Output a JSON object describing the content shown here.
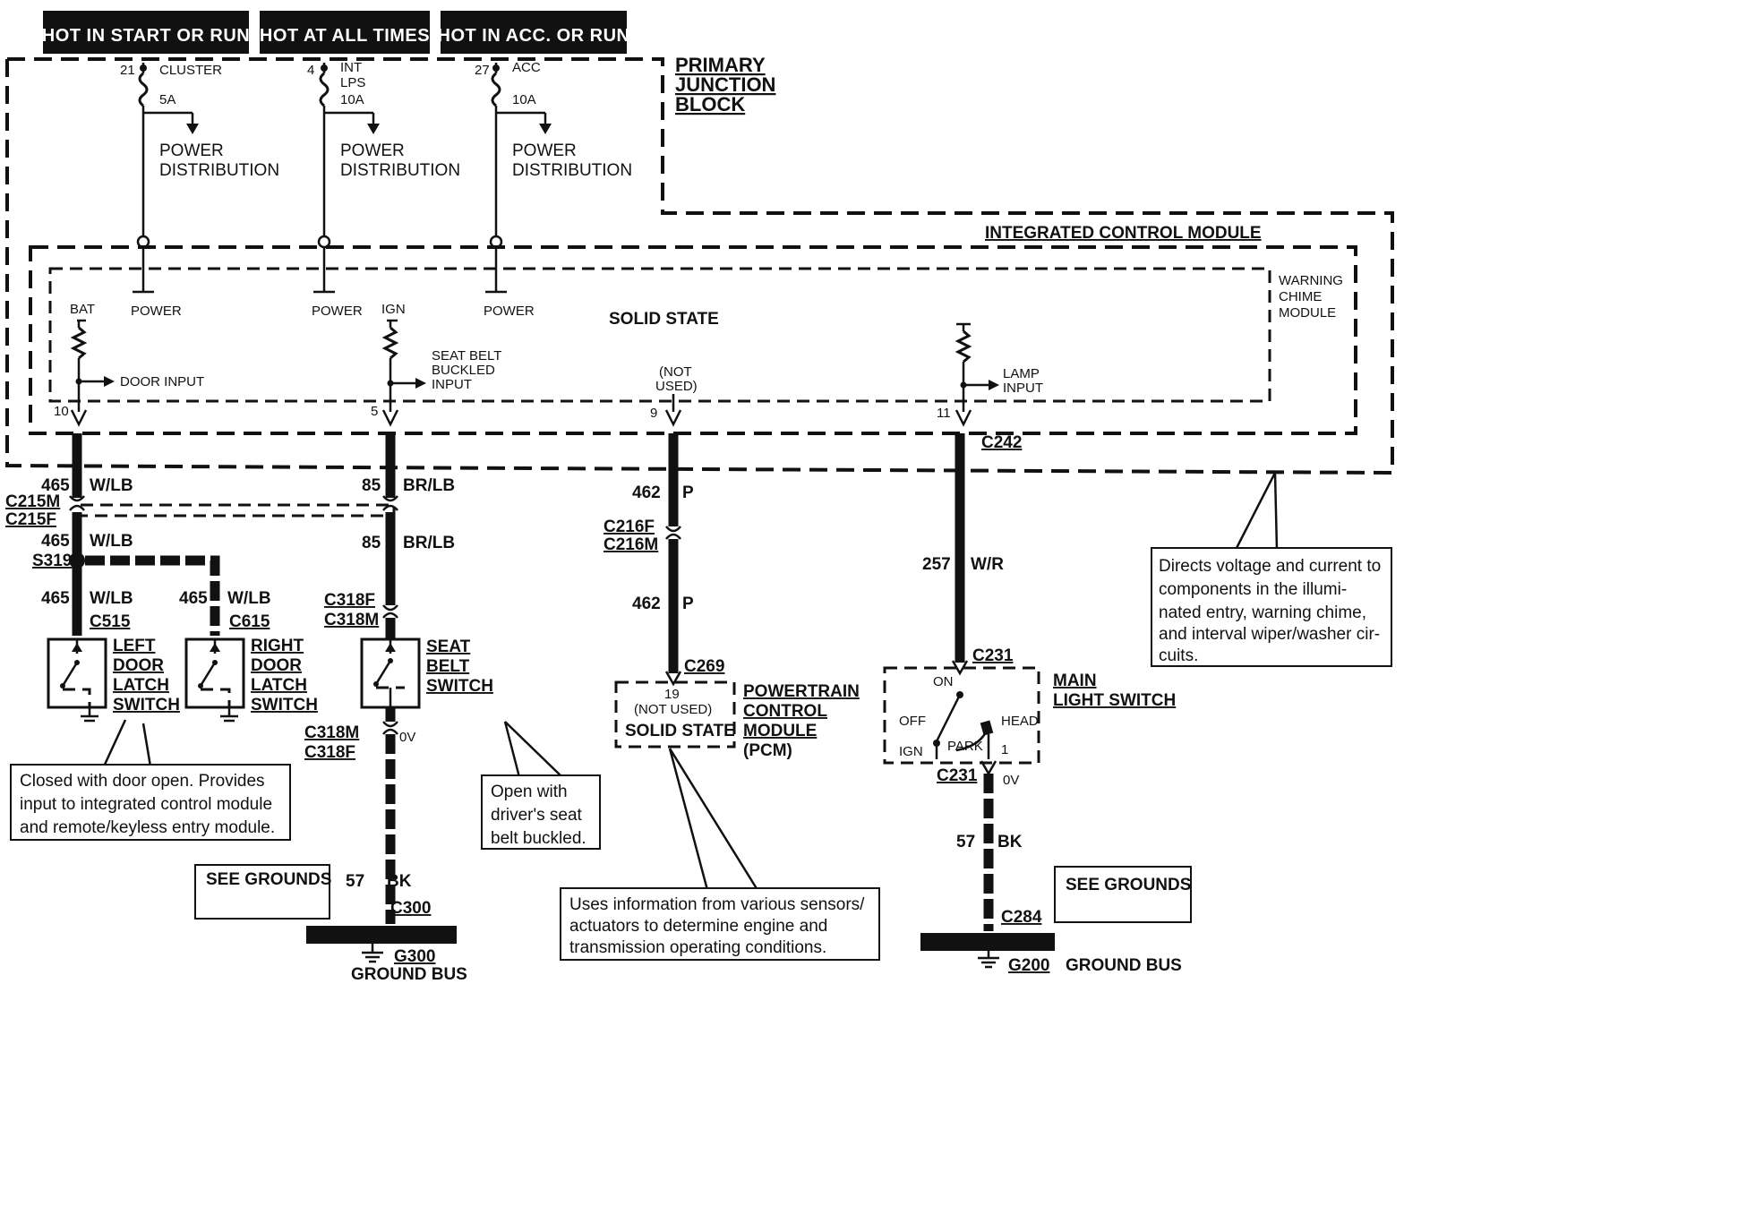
{
  "headers": {
    "start_run": "HOT IN START OR RUN",
    "all_times": "HOT AT ALL TIMES",
    "acc_run": "HOT IN ACC. OR RUN"
  },
  "pjb": {
    "line1": "PRIMARY",
    "line2": "JUNCTION",
    "line3": "BLOCK"
  },
  "fuses": [
    {
      "num": "21",
      "name1": "CLUSTER",
      "name2": "",
      "rating": "5A"
    },
    {
      "num": "4",
      "name1": "INT",
      "name2": "LPS",
      "rating": "10A"
    },
    {
      "num": "27",
      "name1": "ACC",
      "name2": "",
      "rating": "10A"
    }
  ],
  "power_dist": {
    "line1": "POWER",
    "line2": "DISTRIBUTION"
  },
  "icm": {
    "title": "INTEGRATED CONTROL MODULE",
    "solid_state": "SOLID STATE",
    "warning1": "WARNING",
    "warning2": "CHIME",
    "warning3": "MODULE",
    "power": "POWER",
    "bat": "BAT",
    "ign": "IGN",
    "door_input": "DOOR INPUT",
    "seatbelt1": "SEAT BELT",
    "seatbelt2": "BUCKLED",
    "seatbelt3": "INPUT",
    "not_used1": "(NOT",
    "not_used2": "USED)",
    "lamp1": "LAMP",
    "lamp2": "INPUT",
    "pin_door": "10",
    "pin_seat": "5",
    "pin_nu": "9",
    "pin_lamp": "11",
    "connector": "C242"
  },
  "wires": {
    "w465": {
      "circuit": "465",
      "color": "W/LB"
    },
    "w85": {
      "circuit": "85",
      "color": "BR/LB"
    },
    "w462": {
      "circuit": "462",
      "color": "P"
    },
    "w257": {
      "circuit": "257",
      "color": "W/R"
    },
    "w57": {
      "circuit": "57",
      "color": "BK"
    }
  },
  "connectors": {
    "c215m": "C215M",
    "c215f": "C215F",
    "s319": "S319",
    "c515": "C515",
    "c615": "C615",
    "c318f": "C318F",
    "c318m": "C318M",
    "c216f": "C216F",
    "c216m": "C216M",
    "c269": "C269",
    "c231": "C231",
    "c300": "C300",
    "c284": "C284",
    "g300": "G300",
    "g200": "G200"
  },
  "components": {
    "left_door": [
      "LEFT",
      "DOOR",
      "LATCH",
      "SWITCH"
    ],
    "right_door": [
      "RIGHT",
      "DOOR",
      "LATCH",
      "SWITCH"
    ],
    "seat_belt": [
      "SEAT",
      "BELT",
      "SWITCH"
    ],
    "pcm": [
      "POWERTRAIN",
      "CONTROL",
      "MODULE",
      "(PCM)"
    ],
    "pcm_pin": "19",
    "pcm_not_used": "(NOT USED)",
    "pcm_solid_state": "SOLID STATE",
    "main_light": [
      "MAIN",
      "LIGHT SWITCH"
    ],
    "ls_on": "ON",
    "ls_off": "OFF",
    "ls_head": "HEAD",
    "ls_ign": "IGN",
    "ls_park": "PARK",
    "ls_pin": "1"
  },
  "voltages": {
    "zero": "0V"
  },
  "grounds": {
    "see_grounds": "SEE GROUNDS",
    "ground_bus": "GROUND BUS"
  },
  "notes": {
    "door": [
      "Closed with door open. Provides",
      "input to integrated control module",
      "and remote/keyless entry module."
    ],
    "seatbelt": [
      "Open      with",
      "driver's   seat",
      "belt buckled."
    ],
    "icm": [
      "Directs voltage and current to",
      "components  in  the   illumi-",
      "nated entry, warning chime,",
      "and interval wiper/washer cir-",
      "cuits."
    ],
    "pcm": [
      "Uses information from various sensors/",
      "actuators  to  determine  engine  and",
      "transmission operating conditions."
    ]
  },
  "colors": {
    "ink": "#111111",
    "paper": "#ffffff",
    "header_bg": "#111111"
  }
}
